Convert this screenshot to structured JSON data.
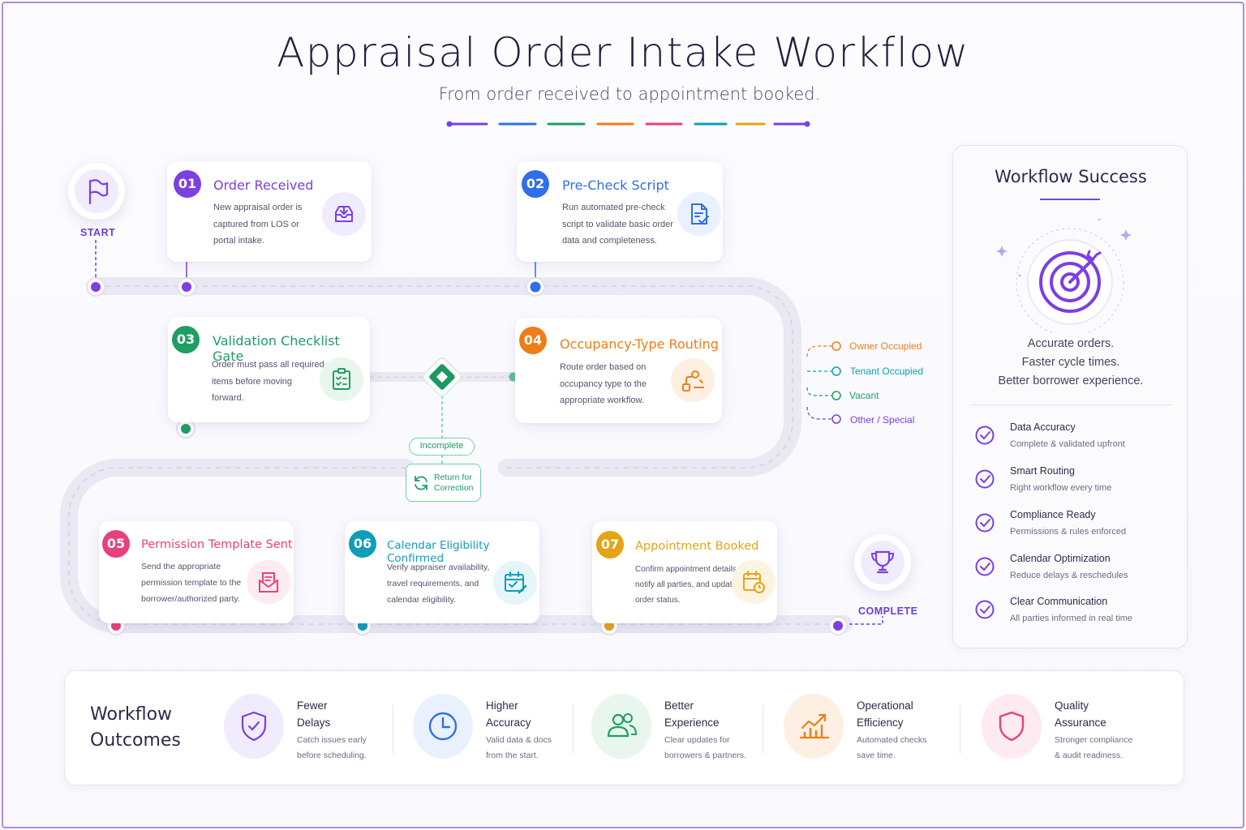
{
  "title": "Appraisal Order Intake Workflow",
  "subtitle": "From order received to appointment booked.",
  "start_label": "START",
  "complete_label": "COMPLETE",
  "steps": [
    {
      "num": "01",
      "title": "Order Received",
      "desc": [
        "New appraisal order is",
        "captured from LOS or",
        "portal intake."
      ],
      "color": "#7b3fe4"
    },
    {
      "num": "02",
      "title": "Pre-Check Script",
      "desc": [
        "Run automated pre-check",
        "script to validate basic order",
        "data and completeness."
      ],
      "color": "#2f6fe8"
    },
    {
      "num": "03",
      "title": "Validation Checklist Gate",
      "desc": [
        "Order must pass all required",
        "items before moving",
        "forward."
      ],
      "color": "#1e9e62"
    },
    {
      "num": "04",
      "title": "Occupancy-Type Routing",
      "desc": [
        "Route order based on",
        "occupancy type to the",
        "appropriate workflow."
      ],
      "color": "#ef7d17"
    },
    {
      "num": "05",
      "title": "Permission Template Sent",
      "desc": [
        "Send the appropriate",
        "permission template to the",
        "borrower/authorized party."
      ],
      "color": "#e8407a"
    },
    {
      "num": "06",
      "title": "Calendar Eligibility Confirmed",
      "desc": [
        "Verify appraiser availability,",
        "travel requirements, and",
        "calendar eligibility."
      ],
      "color": "#0f9db8"
    },
    {
      "num": "07",
      "title": "Appointment Booked",
      "desc": [
        "Confirm appointment details,",
        "notify all parties, and update",
        "order status."
      ],
      "color": "#e4a414"
    }
  ],
  "gate": {
    "incomplete_label": "Incomplete",
    "return_label": [
      "Return for",
      "Correction"
    ]
  },
  "routes": [
    {
      "label": "Owner Occupied",
      "color": "#ef7d17"
    },
    {
      "label": "Tenant Occupied",
      "color": "#0f9db8"
    },
    {
      "label": "Vacant",
      "color": "#1e9e62"
    },
    {
      "label": "Other / Special",
      "color": "#7b3fe4"
    }
  ],
  "panel": {
    "title": "Workflow Success",
    "lines": [
      "Accurate orders.",
      "Faster cycle times.",
      "Better borrower experience."
    ],
    "benefits": [
      {
        "title": "Data Accuracy",
        "sub": "Complete & validated upfront"
      },
      {
        "title": "Smart Routing",
        "sub": "Right workflow every time"
      },
      {
        "title": "Compliance Ready",
        "sub": "Permissions & rules enforced"
      },
      {
        "title": "Calendar Optimization",
        "sub": "Reduce delays & reschedules"
      },
      {
        "title": "Clear Communication",
        "sub": "All parties informed in real time"
      }
    ]
  },
  "outcomes": {
    "title": [
      "Workflow",
      "Outcomes"
    ],
    "items": [
      {
        "title": [
          "Fewer",
          "Delays"
        ],
        "sub": [
          "Catch issues early",
          "before scheduling."
        ],
        "icon": "shield-check-icon",
        "color": "#7b3fe4"
      },
      {
        "title": [
          "Higher",
          "Accuracy"
        ],
        "sub": [
          "Valid data & docs",
          "from the start."
        ],
        "icon": "clock-icon",
        "color": "#2f6fe8"
      },
      {
        "title": [
          "Better",
          "Experience"
        ],
        "sub": [
          "Clear updates for",
          "borrowers & partners."
        ],
        "icon": "users-icon",
        "color": "#1e9e62"
      },
      {
        "title": [
          "Operational",
          "Efficiency"
        ],
        "sub": [
          "Automated checks",
          "save time."
        ],
        "icon": "chart-up-icon",
        "color": "#ef7d17"
      },
      {
        "title": [
          "Quality",
          "Assurance"
        ],
        "sub": [
          "Stronger compliance",
          "& audit readiness."
        ],
        "icon": "shield-icon",
        "color": "#e8407a"
      }
    ]
  },
  "divider_colors": [
    "#7b3fe4",
    "#2f6fe8",
    "#1e9e62",
    "#ef7d17",
    "#e8407a",
    "#0f9db8",
    "#e4a414",
    "#7b3fe4"
  ]
}
